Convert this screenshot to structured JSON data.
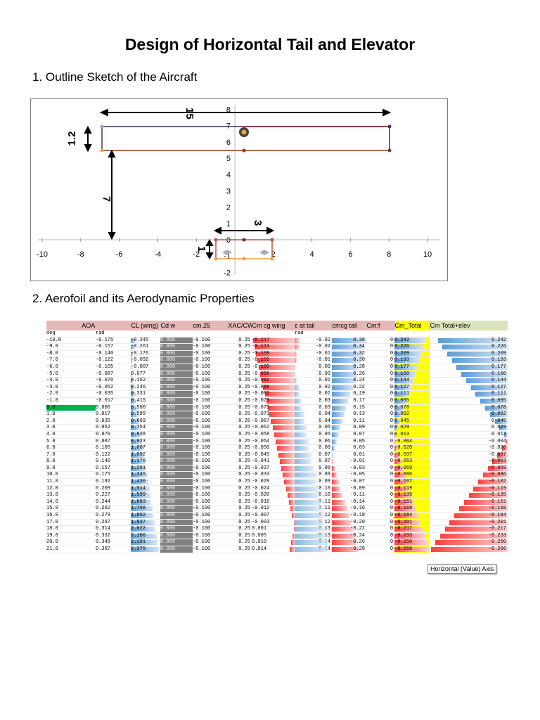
{
  "title": "Design of Horizontal Tail and Elevator",
  "section1": "1. Outline Sketch of the Aircraft",
  "section2": "2. Aerofoil and its Aerodynamic Properties",
  "sketch": {
    "x_ticks": [
      "-10",
      "-8",
      "-6",
      "-4",
      "-2",
      "2",
      "4",
      "6",
      "8",
      "10"
    ],
    "y_ticks": [
      "8",
      "7",
      "6",
      "5",
      "4",
      "3",
      "2",
      "1",
      "0",
      "-1",
      "-2"
    ],
    "dims": {
      "span": "15",
      "tail_chord": "1.2",
      "arm": "7",
      "tail_span": "3",
      "tail_height": "1"
    }
  },
  "table": {
    "headers": [
      "AOA",
      "CL (wing)",
      "Cd w",
      "cm.25",
      "XAC/CW",
      "Cm cg wing",
      "ε at tail",
      "cmcg tail",
      "Cm:f",
      "Cm_Total",
      "Cm Total+elev"
    ],
    "units": [
      "deg",
      "rad",
      "",
      "",
      "",
      "",
      "rad",
      "",
      "",
      "",
      ""
    ],
    "rows": [
      [
        "-10.0",
        "-0.175",
        "-0.345",
        "0.000",
        "-0.100",
        "0.25",
        "-0.117",
        "-0.02",
        "0.36",
        "0",
        "0.242",
        "0.242"
      ],
      [
        "-9.0",
        "-0.157",
        "-0.261",
        "0.000",
        "-0.100",
        "0.25",
        "-0.113",
        "-0.02",
        "0.34",
        "0",
        "0.226",
        "0.226"
      ],
      [
        "-8.0",
        "-0.140",
        "-0.176",
        "0.000",
        "-0.100",
        "0.25",
        "-0.109",
        "-0.01",
        "0.32",
        "0",
        "0.209",
        "0.209"
      ],
      [
        "-7.0",
        "-0.122",
        "-0.092",
        "0.000",
        "-0.100",
        "0.25",
        "-0.105",
        "-0.01",
        "0.30",
        "0",
        "0.193",
        "0.193"
      ],
      [
        "-6.0",
        "-0.105",
        "-0.007",
        "0.000",
        "-0.100",
        "0.25",
        "-0.100",
        "0.00",
        "0.28",
        "0",
        "0.177",
        "0.177"
      ],
      [
        "-5.0",
        "-0.087",
        "0.077",
        "0.000",
        "-0.100",
        "0.25",
        "-0.096",
        "0.00",
        "0.26",
        "0",
        "0.160",
        "0.160"
      ],
      [
        "-4.0",
        "-0.070",
        "0.162",
        "0.000",
        "-0.100",
        "0.25",
        "-0.092",
        "0.01",
        "0.24",
        "0",
        "0.144",
        "0.144"
      ],
      [
        "-3.0",
        "-0.052",
        "0.246",
        "0.000",
        "-0.100",
        "0.25",
        "-0.088",
        "0.02",
        "0.22",
        "0",
        "0.127",
        "0.127"
      ],
      [
        "-2.0",
        "-0.035",
        "0.331",
        "0.000",
        "-0.100",
        "0.25",
        "-0.083",
        "0.02",
        "0.19",
        "0",
        "0.111",
        "0.111"
      ],
      [
        "-1.0",
        "-0.017",
        "0.415",
        "0.000",
        "-0.100",
        "0.25",
        "-0.079",
        "0.03",
        "0.17",
        "0",
        "0.095",
        "0.095"
      ],
      [
        "0.0",
        "0.000",
        "0.500",
        "0.000",
        "-0.100",
        "0.25",
        "-0.075",
        "0.03",
        "0.15",
        "0",
        "0.078",
        "0.078"
      ],
      [
        "1.0",
        "0.017",
        "0.585",
        "0.000",
        "-0.100",
        "0.25",
        "-0.071",
        "0.04",
        "0.13",
        "0",
        "0.062",
        "0.062"
      ],
      [
        "2.0",
        "0.035",
        "0.669",
        "0.000",
        "-0.100",
        "0.25",
        "-0.067",
        "0.04",
        "0.11",
        "0",
        "0.045",
        "0.045"
      ],
      [
        "3.0",
        "0.052",
        "0.754",
        "0.000",
        "-0.100",
        "0.25",
        "-0.062",
        "0.05",
        "0.09",
        "0",
        "0.029",
        "0.029"
      ],
      [
        "4.0",
        "0.070",
        "0.838",
        "0.000",
        "-0.100",
        "0.25",
        "-0.058",
        "0.05",
        "0.07",
        "0",
        "0.013",
        "0.013"
      ],
      [
        "5.0",
        "0.087",
        "0.923",
        "0.000",
        "-0.100",
        "0.25",
        "-0.054",
        "0.06",
        "0.05",
        "0",
        "-0.004",
        "-0.004"
      ],
      [
        "6.0",
        "0.105",
        "1.007",
        "0.000",
        "-0.100",
        "0.25",
        "-0.050",
        "0.06",
        "0.03",
        "0",
        "-0.020",
        "-0.020"
      ],
      [
        "7.0",
        "0.122",
        "1.092",
        "0.000",
        "-0.100",
        "0.25",
        "-0.045",
        "0.07",
        "0.01",
        "0",
        "-0.037",
        "-0.037"
      ],
      [
        "8.0",
        "0.140",
        "1.176",
        "0.000",
        "-0.100",
        "0.25",
        "-0.041",
        "0.07",
        "-0.01",
        "0",
        "-0.053",
        "-0.053"
      ],
      [
        "9.0",
        "0.157",
        "1.261",
        "0.000",
        "-0.100",
        "0.25",
        "-0.037",
        "0.08",
        "-0.03",
        "0",
        "-0.069",
        "-0.069"
      ],
      [
        "10.0",
        "0.175",
        "1.345",
        "0.000",
        "-0.100",
        "0.25",
        "-0.033",
        "0.09",
        "-0.05",
        "0",
        "-0.086",
        "-0.086"
      ],
      [
        "11.0",
        "0.192",
        "1.430",
        "0.000",
        "-0.100",
        "0.25",
        "-0.029",
        "0.09",
        "-0.07",
        "0",
        "-0.102",
        "-0.102"
      ],
      [
        "12.0",
        "0.209",
        "1.514",
        "0.000",
        "-0.100",
        "0.25",
        "-0.024",
        "0.10",
        "-0.09",
        "0",
        "-0.119",
        "-0.119"
      ],
      [
        "13.0",
        "0.227",
        "1.599",
        "0.000",
        "-0.100",
        "0.25",
        "-0.020",
        "0.10",
        "-0.11",
        "0",
        "-0.135",
        "-0.135"
      ],
      [
        "14.0",
        "0.244",
        "1.683",
        "0.000",
        "-0.100",
        "0.25",
        "-0.016",
        "0.11",
        "-0.14",
        "0",
        "-0.151",
        "-0.151"
      ],
      [
        "15.0",
        "0.262",
        "1.768",
        "0.000",
        "-0.100",
        "0.25",
        "-0.012",
        "0.11",
        "-0.16",
        "0",
        "-0.168",
        "-0.168"
      ],
      [
        "16.0",
        "0.279",
        "1.852",
        "0.000",
        "-0.100",
        "0.25",
        "-0.007",
        "0.12",
        "-0.18",
        "0",
        "-0.184",
        "-0.184"
      ],
      [
        "17.0",
        "0.297",
        "1.937",
        "0.000",
        "-0.100",
        "0.25",
        "-0.003",
        "0.12",
        "-0.20",
        "0",
        "-0.201",
        "-0.201"
      ],
      [
        "18.0",
        "0.314",
        "2.022",
        "0.000",
        "-0.100",
        "0.25",
        "0.001",
        "0.13",
        "-0.22",
        "0",
        "-0.217",
        "-0.217"
      ],
      [
        "19.0",
        "0.332",
        "2.106",
        "0.000",
        "-0.100",
        "0.25",
        "0.005",
        "0.13",
        "-0.24",
        "0",
        "-0.233",
        "-0.233"
      ],
      [
        "20.0",
        "0.349",
        "2.191",
        "0.000",
        "-0.100",
        "0.25",
        "0.010",
        "0.14",
        "-0.26",
        "0",
        "-0.250",
        "-0.250"
      ],
      [
        "21.0",
        "0.367",
        "2.275",
        "0.000",
        "-0.100",
        "0.25",
        "0.014",
        "0.14",
        "-0.28",
        "0",
        "-0.266",
        "-0.266"
      ]
    ],
    "highlight_row": 10
  },
  "tooltip": "Horizontal (Value) Axis"
}
